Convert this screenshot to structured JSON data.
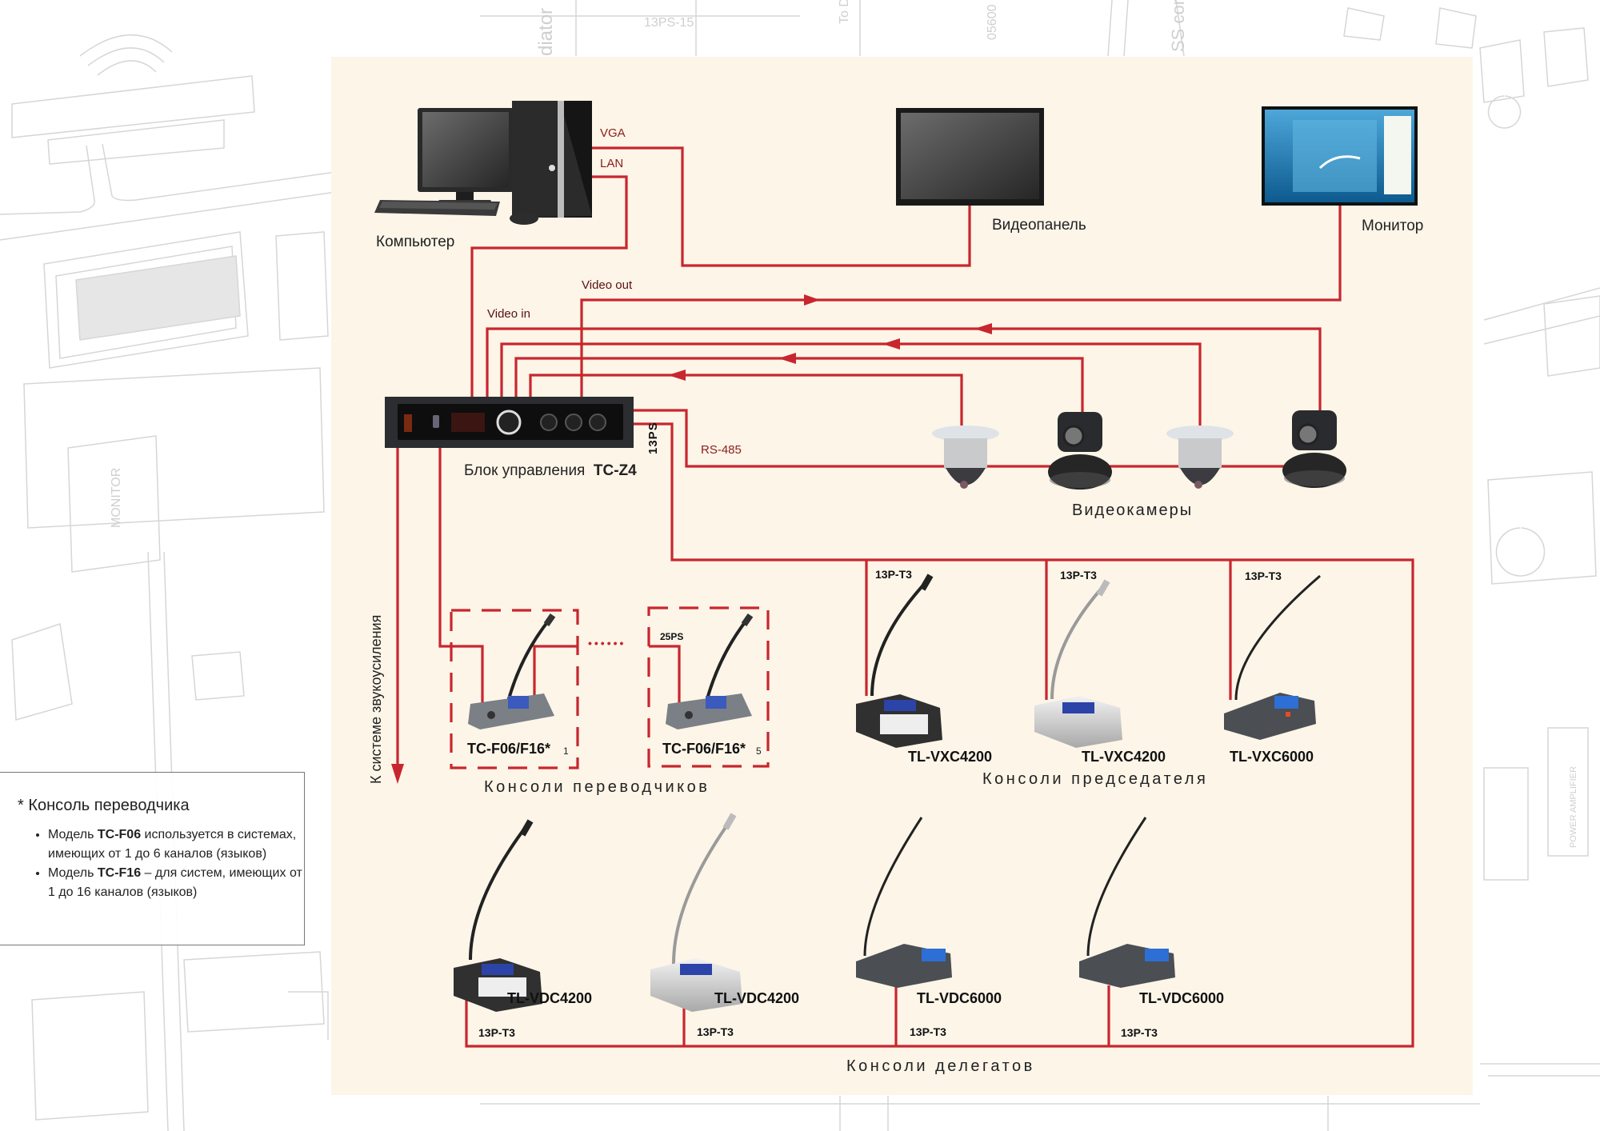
{
  "diagram": {
    "colors": {
      "wire": "#c8262e",
      "panel": "#fcf5e8",
      "label_wire": "#8c1c1c"
    },
    "devices": {
      "computer": {
        "label": "Компьютер",
        "icon": "desktop-computer-icon"
      },
      "videopanel": {
        "label": "Видеопанель",
        "icon": "flat-panel-display-icon"
      },
      "monitor": {
        "label": "Монитор",
        "icon": "monitor-icon"
      },
      "control_unit": {
        "label": "Блок управления",
        "model": "TC-Z4",
        "icon": "control-unit-icon"
      },
      "cameras": {
        "label": "Видеокамеры",
        "items": [
          "dome-camera",
          "ptz-camera",
          "dome-camera",
          "ptz-camera"
        ]
      }
    },
    "wire_labels": {
      "vga": "VGA",
      "lan": "LAN",
      "video_out": "Video out",
      "video_in": "Video  in",
      "rs485": "RS-485",
      "bus_13ps": "13PS",
      "bus_25ps": "25PS",
      "sound_system": "К системе звукоусиления",
      "dots": "••••••"
    },
    "translator_consoles": {
      "group_label": "Консоли переводчиков",
      "items": [
        {
          "model": "TC-F06/F16*",
          "index": "1"
        },
        {
          "model": "TC-F06/F16*",
          "index": "5"
        }
      ]
    },
    "chairman_consoles": {
      "group_label": "Консоли председателя",
      "items": [
        {
          "model": "TL-VXC4200",
          "cable": "13P-T3",
          "finish": "dark"
        },
        {
          "model": "TL-VXC4200",
          "cable": "13P-T3",
          "finish": "silver"
        },
        {
          "model": "TL-VXC6000",
          "cable": "13P-T3",
          "finish": "gray"
        }
      ]
    },
    "delegate_consoles": {
      "group_label": "Консоли делегатов",
      "items": [
        {
          "model": "TL-VDC4200",
          "cable": "13P-T3",
          "finish": "dark"
        },
        {
          "model": "TL-VDC4200",
          "cable": "13P-T3",
          "finish": "silver"
        },
        {
          "model": "TL-VDC6000",
          "cable": "13P-T3",
          "finish": "gray"
        },
        {
          "model": "TL-VDC6000",
          "cable": "13P-T3",
          "finish": "gray"
        }
      ]
    }
  },
  "note": {
    "title": "* Консоль переводчика",
    "items": [
      {
        "prefix": "Модель ",
        "model": "TC-F06",
        "suffix": " используется в системах, имеющих от 1 до 6 каналов (языков)"
      },
      {
        "prefix": "Модель ",
        "model": "TC-F16",
        "suffix": " – для систем, имеющих от 1 до 16 каналов (языков)"
      }
    ]
  }
}
